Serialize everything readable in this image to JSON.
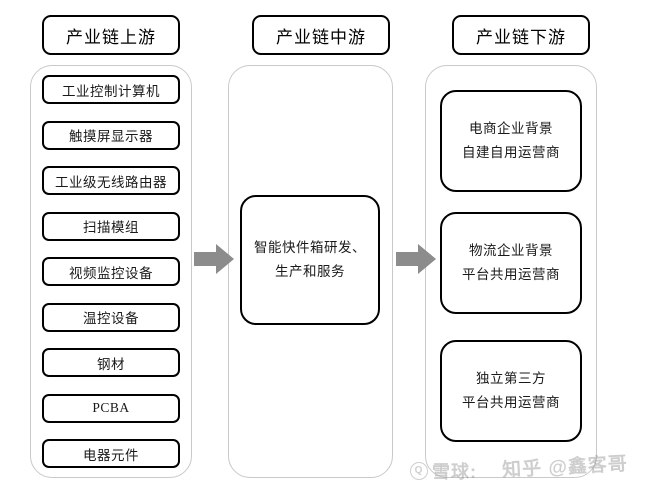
{
  "diagram": {
    "title_upstream": "产业链上游",
    "title_midstream": "产业链中游",
    "title_downstream": "产业链下游",
    "upstream_items": [
      {
        "label": "工业控制计算机"
      },
      {
        "label": "触摸屏显示器"
      },
      {
        "label": "工业级无线路由器"
      },
      {
        "label": "扫描模组"
      },
      {
        "label": "视频监控设备"
      },
      {
        "label": "温控设备"
      },
      {
        "label": "钢材"
      },
      {
        "label": "PCBA"
      },
      {
        "label": "电器元件"
      }
    ],
    "midstream_box": {
      "line1": "智能快件箱研发、",
      "line2": "生产和服务"
    },
    "downstream_boxes": [
      {
        "line1": "电商企业背景",
        "line2": "自建自用运营商"
      },
      {
        "line1": "物流企业背景",
        "line2": "平台共用运营商"
      },
      {
        "line1": "独立第三方",
        "line2": "平台共用运营商"
      }
    ],
    "arrows": [
      {
        "name": "upstream-to-midstream"
      },
      {
        "name": "midstream-to-downstream"
      }
    ],
    "colors": {
      "box_border": "#000000",
      "container_border": "#c9c9c9",
      "arrow_fill": "#8c8c8c",
      "background": "#ffffff",
      "watermark": "#8d8d8d"
    }
  },
  "watermark": {
    "xueqiu_text": "雪球:",
    "zhihu_text": "知乎 @鑫客哥",
    "logo_glyph": "雪"
  }
}
